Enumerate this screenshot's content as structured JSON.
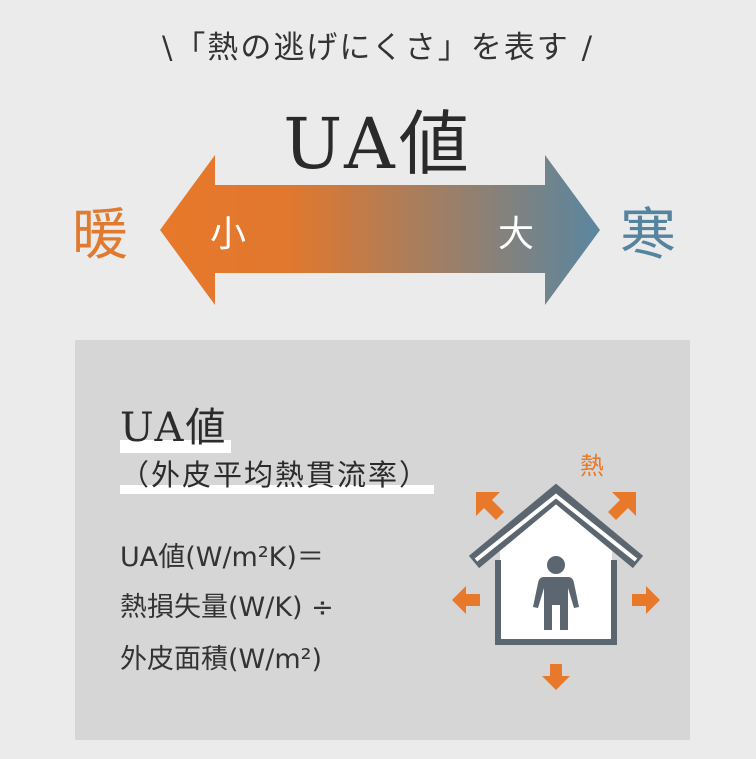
{
  "header": {
    "subtitle": "\\「熱の逃げにくさ」を表す /",
    "title": "UA値"
  },
  "scale": {
    "warm_label": "暖",
    "cold_label": "寒",
    "small_label": "小",
    "large_label": "大",
    "warm_color": "#e8782a",
    "cold_color": "#5a86a0"
  },
  "panel": {
    "title": "UA値",
    "full_name": "（外皮平均熱貫流率）",
    "formula": [
      "UA値(W/m²K)＝",
      "熱損失量(W/K) ÷",
      "外皮面積(W/m²)"
    ],
    "heat_label": "熱"
  }
}
